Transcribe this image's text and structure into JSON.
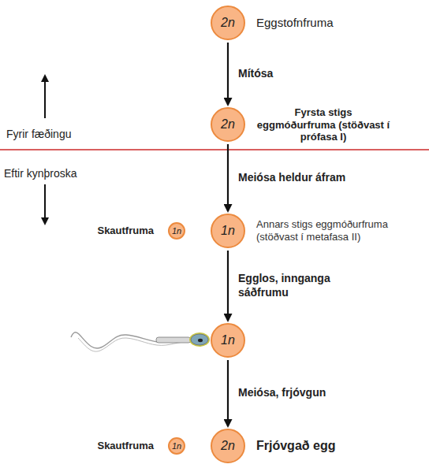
{
  "diagram": {
    "nodes": [
      {
        "text": [
          "2n",
          "Eggstofnfruma"
        ]
      },
      {
        "text": [
          "2n",
          "Fyrsta stigs eggmóðurfruma (stöðvast í prófasa I)"
        ]
      },
      {
        "text": [
          "1n",
          "Skautfruma"
        ]
      },
      {
        "text": [
          "1n",
          "Annars stigs eggmóðurfruma (stöðvast í metafasa II)"
        ]
      },
      {
        "text": [
          "1n"
        ]
      },
      {
        "text": [
          "1n",
          "Skautfruma"
        ]
      },
      {
        "text": [
          "2n",
          "Frjóvgað egg"
        ]
      }
    ],
    "edges": [
      {
        "from": 0,
        "to": 1,
        "label": "Mítósa",
        "arrow": "to"
      },
      {
        "from": 1,
        "to": 3,
        "label": "Meiósa heldur áfram",
        "arrow": "to"
      },
      {
        "from": 3,
        "to": 4,
        "label": "Egglos, innganga sáðfrumu",
        "arrow": "to"
      },
      {
        "from": 4,
        "to": 6,
        "label": "Meiósa, frjóvgun",
        "arrow": "to"
      }
    ],
    "labels": [
      "Fyrir fæðingu",
      "Eftir kynþroska"
    ]
  }
}
